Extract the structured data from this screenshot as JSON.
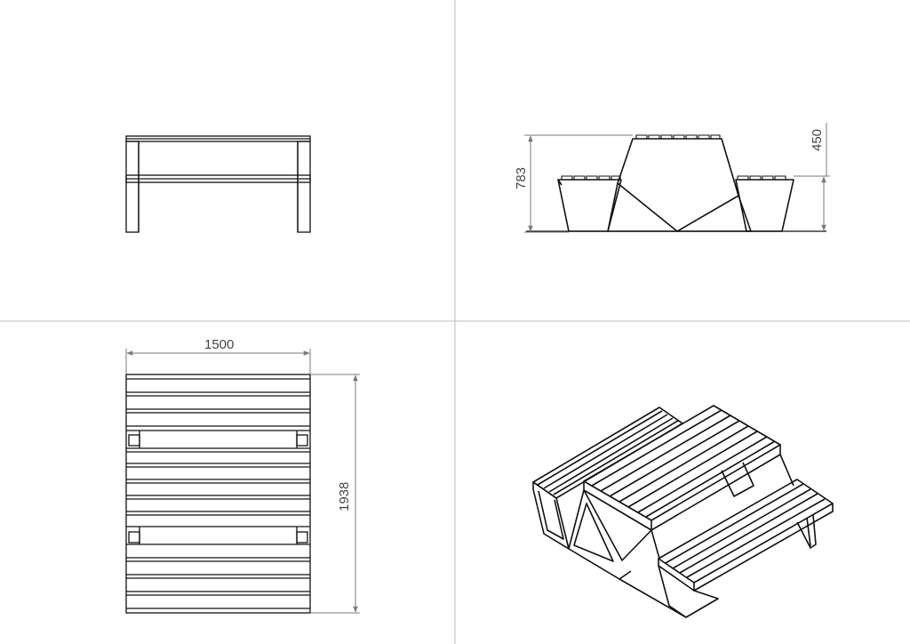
{
  "drawing": {
    "colors": {
      "line": "#111111",
      "dimension": "#7a7a7a",
      "divider": "#bbbbbb",
      "background": "#ffffff"
    },
    "views": [
      {
        "name": "front-view"
      },
      {
        "name": "side-view",
        "dimensions": {
          "overall_height": "783",
          "seat_height": "450"
        }
      },
      {
        "name": "top-view",
        "dimensions": {
          "overall_width": "1500",
          "overall_length": "1938"
        }
      },
      {
        "name": "isometric-view"
      }
    ]
  }
}
